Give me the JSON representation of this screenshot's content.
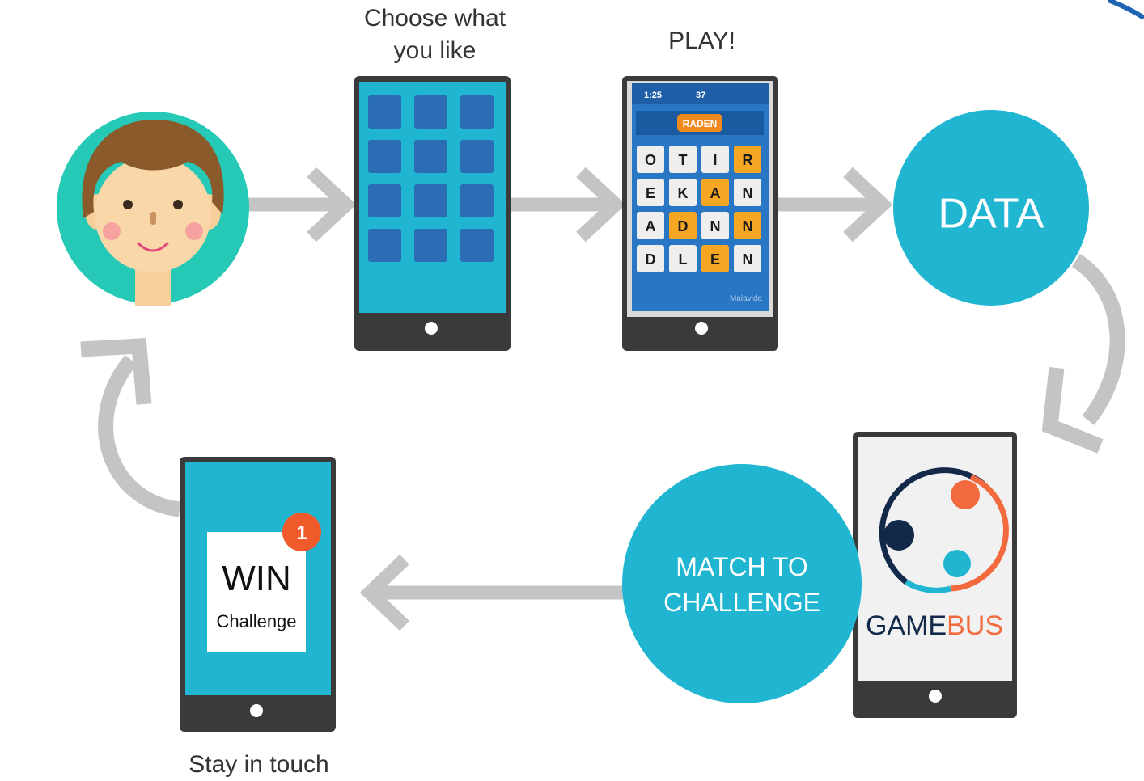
{
  "steps": {
    "choose_caption_line1": "Choose what",
    "choose_caption_line2": "you like",
    "play_caption": "PLAY!",
    "data_label": "DATA",
    "match_line1": "MATCH TO",
    "match_line2": "CHALLENGE",
    "stay_caption": "Stay in touch"
  },
  "game": {
    "timer": "1:25",
    "score": "37",
    "word": "RADEN",
    "grid": [
      [
        "O",
        "T",
        "I",
        "R"
      ],
      [
        "E",
        "K",
        "A",
        "N"
      ],
      [
        "A",
        "D",
        "N",
        "N"
      ],
      [
        "D",
        "L",
        "E",
        "N"
      ]
    ],
    "watermark": "Malavida"
  },
  "gamebus": {
    "brand_part1": "GAME",
    "brand_part2": "BUS"
  },
  "win_phone": {
    "badge": "1",
    "title": "WIN",
    "subtitle": "Challenge"
  },
  "colors": {
    "teal": "#20b6d2",
    "arrow_gray": "#c3c4c6",
    "phone_body": "#3a3a3a",
    "avatar_bg": "#25c9b6",
    "gamebus_navy": "#12294a",
    "gamebus_orange": "#f26a3e",
    "badge_red": "#f15a2b"
  },
  "icons": [
    "person-avatar-icon",
    "app-grid-icon",
    "gamebus-logo-icon",
    "notification-badge-icon"
  ]
}
